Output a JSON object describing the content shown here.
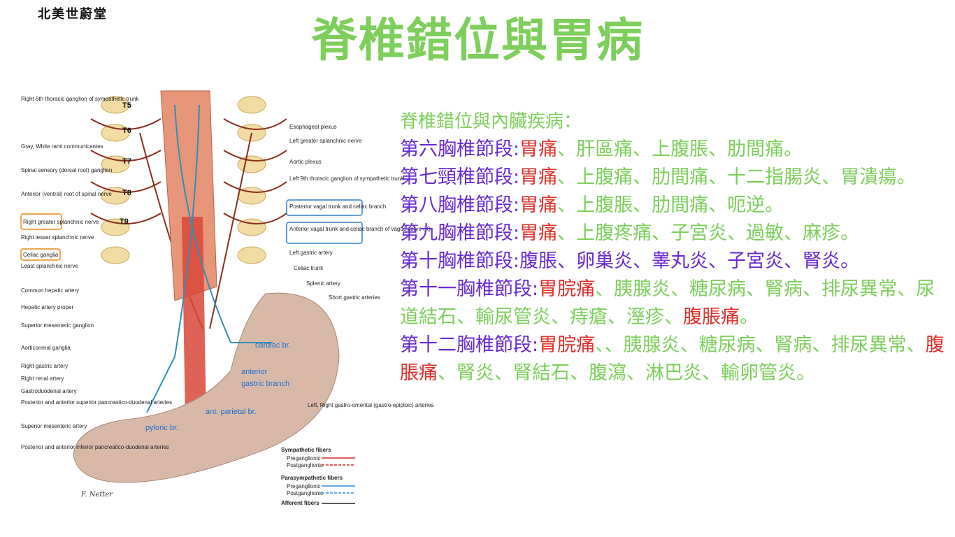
{
  "brand": "北美世蔚堂",
  "title": "脊椎錯位與胃病",
  "figure": {
    "vertebra_labels": [
      "T5",
      "T6",
      "T7",
      "T8",
      "T9"
    ],
    "left_labels": [
      "Right 6th thoracic ganglion of sympathetic trunk",
      "Gray, White rami communicantes",
      "Spinal sensory (dorsal root) ganglion",
      "Anterior (ventral) root of spinal nerve",
      "Right greater splanchnic nerve",
      "Right lesser splanchnic nerve",
      "Celiac ganglia",
      "Least splanchnic nerve",
      "Common hepatic artery",
      "Hepatic artery proper",
      "Superior mesenteric ganglion",
      "Aorticorenal ganglia",
      "Right gastric artery",
      "Right renal artery",
      "Gastroduodenal artery",
      "Posterior and anterior superior pancreatico-duodenal arteries",
      "Superior mesenteric artery",
      "Posterior and anterior inferior pancreatico-duodenal arteries"
    ],
    "right_labels": [
      "Esophageal plexus",
      "Left greater splanchnic nerve",
      "Aortic plexus",
      "Left 9th thoracic ganglion of sympathetic trunk",
      "Posterior vagal trunk and celiac branch",
      "Anterior vagal trunk and celiac branch of vagus nerve (X)",
      "Left gastric artery",
      "Celiac trunk",
      "Splenic artery",
      "Short gastric arteries",
      "Left, Right gastro-omental (gastro-epiploic) arteries"
    ],
    "blue_labels": [
      "cardiac br.",
      "anterior",
      "gastric branch",
      "ant. parietal br.",
      "pyloric br."
    ],
    "legend": {
      "sympathetic": "Sympathetic fibers",
      "pre": "Preganglionic",
      "post": "Postganglionic",
      "parasympathetic": "Parasympathetic fibers",
      "pre2": "Preganglionic",
      "post2": "Postganglionic",
      "afferent": "Afferent fibers"
    },
    "signature": "F. Netter"
  },
  "text": {
    "heading": "脊椎錯位與內臟疾病：",
    "lines": [
      {
        "seg": "第六胸椎節段:",
        "red": "胃痛",
        "rest": "、肝區痛、上腹脹、肋間痛。"
      },
      {
        "seg": "第七頸椎節段:",
        "red": "胃痛",
        "rest": "、上腹痛、肋間痛、十二指腸炎、胃潰瘍。"
      },
      {
        "seg": "第八胸椎節段:",
        "red": "胃痛",
        "rest": "、上腹脹、肋間痛、呃逆。"
      },
      {
        "seg": "第九胸椎節段:",
        "red": "胃痛",
        "rest": "、上腹疼痛、子宮炎、過敏、麻疹。"
      },
      {
        "seg": "第十胸椎節段:",
        "rest": "腹脹、卵巢炎、睾丸炎、子宮炎、腎炎。"
      },
      {
        "seg": "第十一胸椎節段:",
        "red": "胃脘痛",
        "rest": "、胰腺炎、糖尿病、腎病、排尿異常、尿道結石、輸尿管炎、痔瘡、溼疹、",
        "red2": "腹脹痛",
        "tail": "。"
      },
      {
        "seg": "第十二胸椎節段:",
        "red": "胃脘痛",
        "rest": "、、胰腺炎、糖尿病、腎病、排尿異常、",
        "red2": "腹脹痛",
        "tail": "、腎炎、腎結石、腹瀉、淋巴炎、輸卵管炎。"
      }
    ]
  },
  "colors": {
    "green": "#7ccf5a",
    "purple": "#6a2ad2",
    "red": "#e0302a",
    "blue": "#1d6fd1"
  }
}
